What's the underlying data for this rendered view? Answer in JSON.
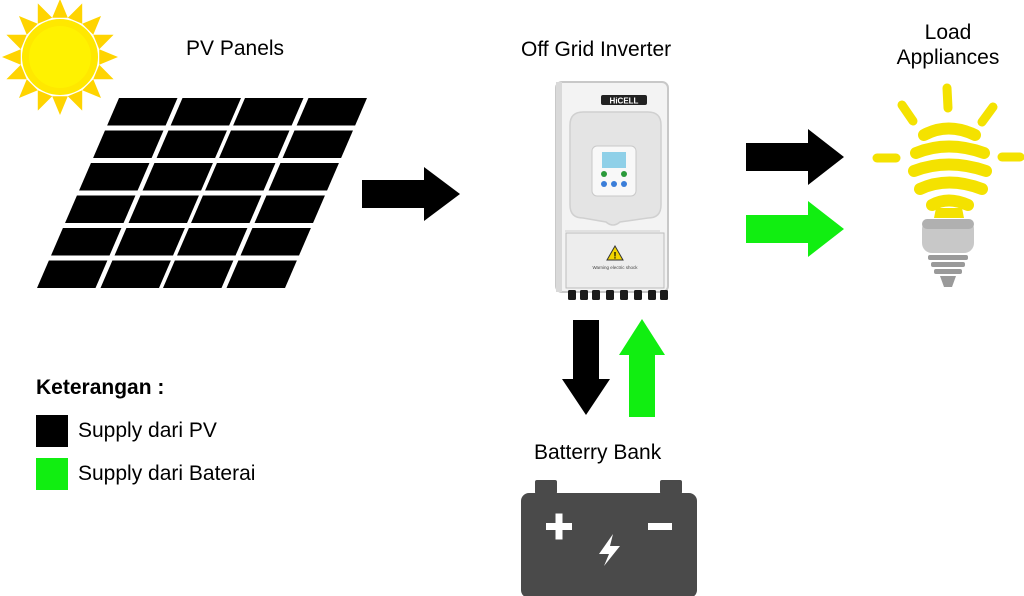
{
  "labels": {
    "pv_panels": "PV Panels",
    "inverter": "Off Grid Inverter",
    "load_line1": "Load",
    "load_line2": "Appliances",
    "battery": "Batterry Bank",
    "inverter_brand": "HiCELL",
    "warning_text": "Warning electric shock"
  },
  "legend": {
    "title": "Keterangan :",
    "items": [
      {
        "label": "Supply dari PV",
        "color": "#000000"
      },
      {
        "label": "Supply dari Baterai",
        "color": "#11ee11"
      }
    ]
  },
  "colors": {
    "pv_flow": "#000000",
    "battery_flow": "#11ee11",
    "sun": "#ffe800",
    "sun_rays": "#ffd400",
    "bulb": "#f4e200",
    "battery_body": "#4a4a4a"
  },
  "icons": [
    "sun-icon",
    "solar-panel-icon",
    "inverter-icon",
    "light-bulb-icon",
    "battery-icon"
  ]
}
